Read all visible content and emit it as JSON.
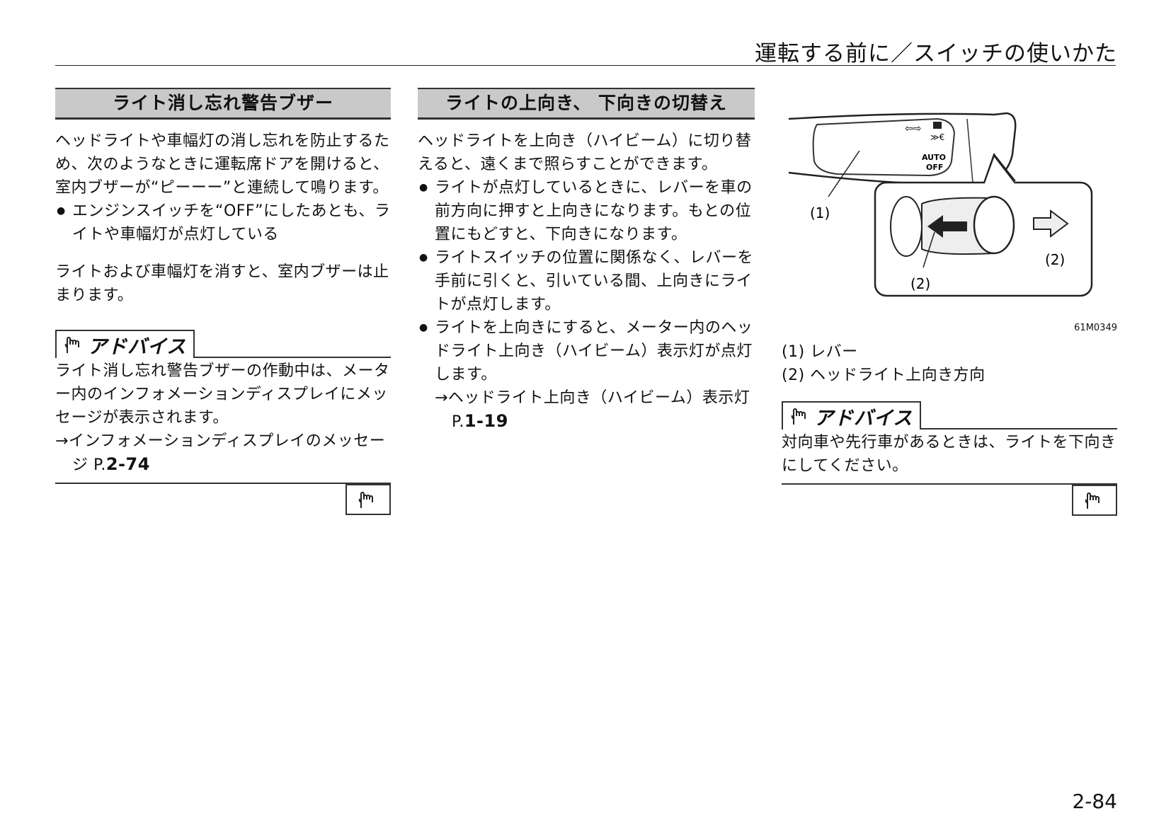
{
  "header": {
    "title": "運転する前に／スイッチの使いかた"
  },
  "col1": {
    "heading": "ライト消し忘れ警告ブザー",
    "para1": "ヘッドライトや車幅灯の消し忘れを防止するため、次のようなときに運転席ドアを開けると、室内ブザーが“ピーーー”と連続して鳴ります。",
    "bullets": [
      "エンジンスイッチを“OFF”にしたあとも、ライトや車幅灯が点灯している"
    ],
    "para2": "ライトおよび車幅灯を消すと、室内ブザーは止まります。",
    "advice_label": "アドバイス",
    "advice_text": "ライト消し忘れ警告ブザーの作動中は、メーター内のインフォメーションディスプレイにメッセージが表示されます。",
    "advice_ref_text": "→インフォメーションディスプレイのメッセージ P.",
    "advice_ref_page": "2-74"
  },
  "col2": {
    "heading": "ライトの上向き、 下向きの切替え",
    "para1": "ヘッドライトを上向き（ハイビーム）に切り替えると、遠くまで照らすことができます。",
    "bullets": [
      "ライトが点灯しているときに、レバーを車の前方向に押すと上向きになります。もとの位置にもどすと、下向きになります。",
      "ライトスイッチの位置に関係なく、レバーを手前に引くと、引いている間、上向きにライトが点灯します。",
      "ライトを上向きにすると、メーター内のヘッドライト上向き（ハイビーム）表示灯が点灯します。"
    ],
    "ref_text": "→ヘッドライト上向き（ハイビーム）表示灯 P.",
    "ref_page": "1-19"
  },
  "col3": {
    "figure": {
      "label_auto": "AUTO",
      "label_off": "OFF",
      "callout1": "(1)",
      "callout2a": "(2)",
      "callout2b": "(2)",
      "code": "61M0349"
    },
    "legend": [
      "(1) レバー",
      "(2) ヘッドライト上向き方向"
    ],
    "advice_label": "アドバイス",
    "advice_text": "対向車や先行車があるときは、ライトを下向きにしてください。"
  },
  "footer": {
    "page_number": "2-84"
  }
}
